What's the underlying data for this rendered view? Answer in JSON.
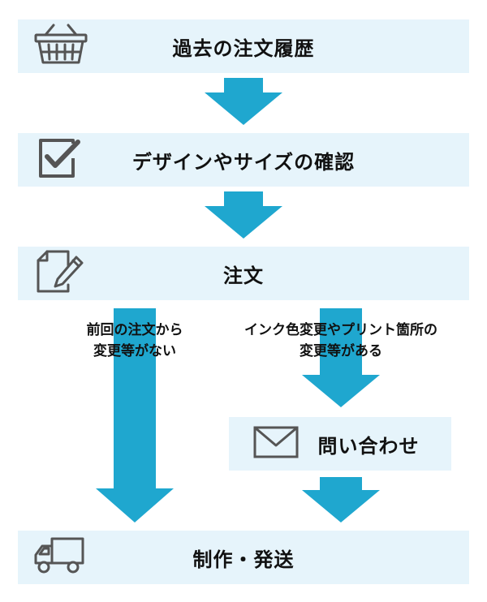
{
  "colors": {
    "box_background": "#e6f4fb",
    "arrow": "#1fa7cf",
    "icon": "#555555",
    "text": "#111111"
  },
  "steps": [
    {
      "id": "history",
      "label": "過去の注文履歴",
      "icon": "basket-icon"
    },
    {
      "id": "confirm",
      "label": "デザインやサイズの確認",
      "icon": "checkbox-icon"
    },
    {
      "id": "order",
      "label": "注文",
      "icon": "document-pencil-icon"
    },
    {
      "id": "inquiry",
      "label": "問い合わせ",
      "icon": "envelope-icon"
    },
    {
      "id": "production",
      "label": "制作・発送",
      "icon": "truck-icon"
    }
  ],
  "branches": {
    "no_change": [
      "前回の注文から",
      "変更等がない"
    ],
    "change": [
      "インク色変更やプリント箇所の",
      "変更等がある"
    ]
  }
}
